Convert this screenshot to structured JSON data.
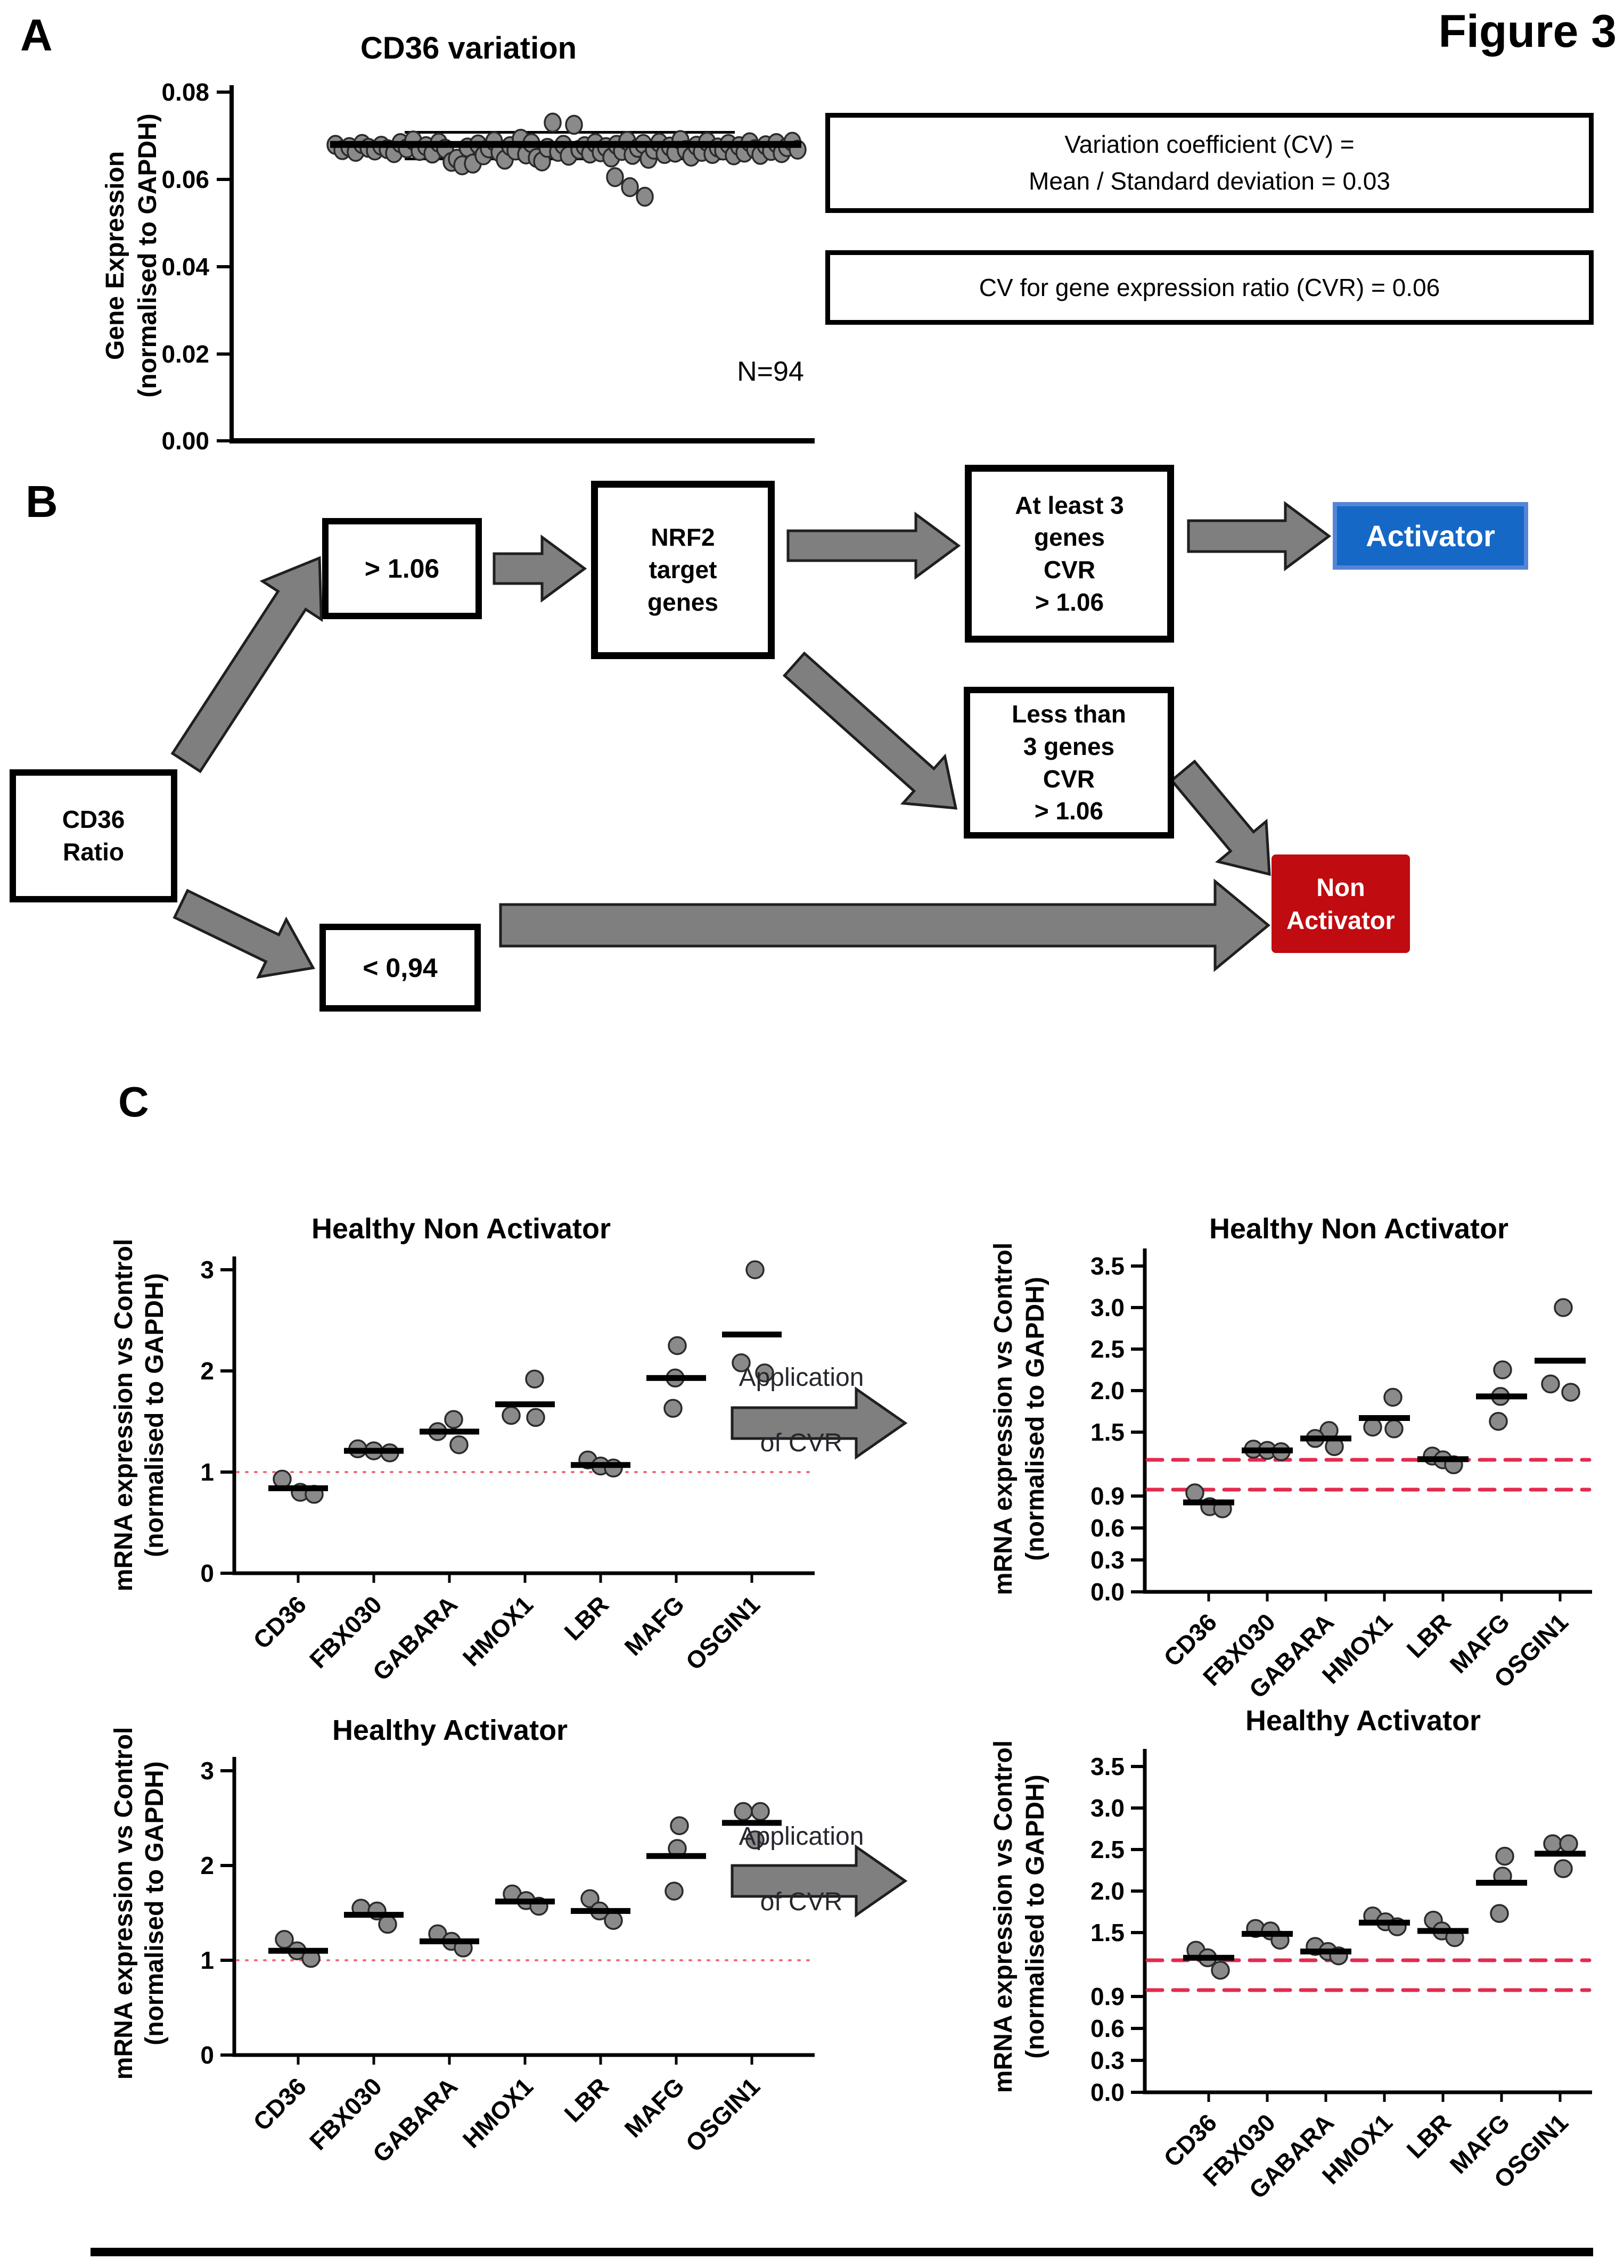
{
  "figure_label": "Figure 3",
  "panel_labels": {
    "a": "A",
    "b": "B",
    "c": "C"
  },
  "panel_a": {
    "title": "CD36 variation",
    "ylabel_line1": "Gene Expression",
    "ylabel_line2": "(normalised to GAPDH)",
    "yticks": [
      "0.08",
      "0.06",
      "0.04",
      "0.02",
      "0.00"
    ],
    "n_label": "N=94",
    "cv_box1_line1": "Variation coefficient (CV) =",
    "cv_box1_line2": "Mean / Standard deviation = 0.03",
    "cv_box2": "CV for gene expression ratio (CVR) = 0.06"
  },
  "panel_b": {
    "cd36_ratio": "CD36\nRatio",
    "gt_106": "> 1.06",
    "nrf2": "NRF2\ntarget\ngenes",
    "at_least": "At least 3\ngenes\nCVR\n> 1.06",
    "less_than": "Less than\n3 genes\nCVR\n> 1.06",
    "activator": "Activator",
    "non_activator": "Non\nActivator",
    "lt_094": "< 0,94"
  },
  "panel_c": {
    "application_line1": "Application",
    "application_line2": "of  CVR"
  },
  "colors": {
    "activator_blue": "#1568c6",
    "activator_blue_border": "#5585d6",
    "non_activator_red": "#c00b10",
    "arrow_gray": "#7f7f7f",
    "arrow_outline": "#1f1f1f",
    "dot_fill": "#8a8a8a",
    "dot_stroke": "#2b2b2b",
    "ref_pink_dotted": "#f2697a",
    "ref_crimson_dashed": "#e22b4f"
  },
  "chart_data": [
    {
      "id": "panelA",
      "type": "scatter",
      "title": "CD36 variation",
      "ylabel": [
        "Gene Expression",
        "(normalised to GAPDH)"
      ],
      "yticks": [
        "0.08",
        "0.06",
        "0.04",
        "0.02",
        "0.00"
      ],
      "ylim": [
        0,
        0.08
      ],
      "n_label": "N=94",
      "mean": 0.068,
      "points": [
        [
          630,
          0.0679
        ],
        [
          643,
          0.0667
        ],
        [
          656,
          0.0674
        ],
        [
          668,
          0.0663
        ],
        [
          680,
          0.0681
        ],
        [
          692,
          0.0672
        ],
        [
          704,
          0.0666
        ],
        [
          716,
          0.0677
        ],
        [
          728,
          0.0669
        ],
        [
          740,
          0.066
        ],
        [
          752,
          0.0683
        ],
        [
          764,
          0.0671
        ],
        [
          776,
          0.0689
        ],
        [
          788,
          0.0665
        ],
        [
          800,
          0.0676
        ],
        [
          812,
          0.0659
        ],
        [
          824,
          0.0684
        ],
        [
          836,
          0.067
        ],
        [
          848,
          0.064
        ],
        [
          858,
          0.0647
        ],
        [
          868,
          0.0632
        ],
        [
          878,
          0.0673
        ],
        [
          888,
          0.0636
        ],
        [
          898,
          0.068
        ],
        [
          908,
          0.0655
        ],
        [
          918,
          0.0671
        ],
        [
          928,
          0.0687
        ],
        [
          938,
          0.0662
        ],
        [
          948,
          0.0645
        ],
        [
          958,
          0.0676
        ],
        [
          968,
          0.0666
        ],
        [
          978,
          0.0693
        ],
        [
          988,
          0.0657
        ],
        [
          998,
          0.0683
        ],
        [
          1008,
          0.0649
        ],
        [
          1018,
          0.0641
        ],
        [
          1028,
          0.0672
        ],
        [
          1038,
          0.073
        ],
        [
          1048,
          0.0663
        ],
        [
          1058,
          0.0679
        ],
        [
          1068,
          0.0654
        ],
        [
          1078,
          0.0725
        ],
        [
          1088,
          0.0668
        ],
        [
          1098,
          0.0676
        ],
        [
          1108,
          0.0659
        ],
        [
          1118,
          0.0683
        ],
        [
          1128,
          0.0662
        ],
        [
          1138,
          0.0674
        ],
        [
          1148,
          0.065
        ],
        [
          1158,
          0.0679
        ],
        [
          1168,
          0.0665
        ],
        [
          1178,
          0.0688
        ],
        [
          1188,
          0.0656
        ],
        [
          1198,
          0.0672
        ],
        [
          1208,
          0.0681
        ],
        [
          1218,
          0.0647
        ],
        [
          1228,
          0.0668
        ],
        [
          1238,
          0.0684
        ],
        [
          1248,
          0.0658
        ],
        [
          1258,
          0.0675
        ],
        [
          1268,
          0.0661
        ],
        [
          1278,
          0.069
        ],
        [
          1288,
          0.0667
        ],
        [
          1298,
          0.0652
        ],
        [
          1308,
          0.0677
        ],
        [
          1318,
          0.0663
        ],
        [
          1328,
          0.0686
        ],
        [
          1338,
          0.0658
        ],
        [
          1348,
          0.0673
        ],
        [
          1358,
          0.0666
        ],
        [
          1368,
          0.0681
        ],
        [
          1378,
          0.0655
        ],
        [
          1388,
          0.0676
        ],
        [
          1398,
          0.0661
        ],
        [
          1408,
          0.0685
        ],
        [
          1418,
          0.0669
        ],
        [
          1428,
          0.0656
        ],
        [
          1438,
          0.0678
        ],
        [
          1448,
          0.0665
        ],
        [
          1458,
          0.0683
        ],
        [
          1468,
          0.066
        ],
        [
          1478,
          0.0674
        ],
        [
          1488,
          0.0686
        ],
        [
          1498,
          0.0668
        ],
        [
          1155,
          0.0605
        ],
        [
          1183,
          0.0582
        ],
        [
          1211,
          0.056
        ]
      ]
    },
    {
      "id": "c1",
      "type": "dotplot",
      "title": "Healthy Non Activator",
      "ylabel": [
        "mRNA expression vs Control",
        "(normalised to GAPDH)"
      ],
      "yticks": [
        "3",
        "2",
        "1",
        "0"
      ],
      "ylim": [
        0,
        3
      ],
      "reference_lines": [
        1
      ],
      "categories": [
        "CD36",
        "FBX030",
        "GABARA",
        "HMOX1",
        "LBR",
        "MAFG",
        "OSGIN1"
      ],
      "series": [
        {
          "category": "CD36",
          "values": [
            0.93,
            0.8,
            0.78
          ],
          "jitter": [
            -30,
            4,
            30
          ],
          "mean": 0.84
        },
        {
          "category": "FBX030",
          "values": [
            1.23,
            1.21,
            1.19
          ],
          "jitter": [
            -30,
            0,
            30
          ],
          "mean": 1.21
        },
        {
          "category": "GABARA",
          "values": [
            1.52,
            1.4,
            1.27
          ],
          "jitter": [
            8,
            -22,
            18
          ],
          "mean": 1.4
        },
        {
          "category": "HMOX1",
          "values": [
            1.92,
            1.56,
            1.54
          ],
          "jitter": [
            18,
            -26,
            20
          ],
          "mean": 1.67
        },
        {
          "category": "LBR",
          "values": [
            1.12,
            1.06,
            1.04
          ],
          "jitter": [
            -24,
            0,
            24
          ],
          "mean": 1.07
        },
        {
          "category": "MAFG",
          "values": [
            2.25,
            1.93,
            1.63
          ],
          "jitter": [
            2,
            -2,
            -6
          ],
          "mean": 1.93
        },
        {
          "category": "OSGIN1",
          "values": [
            3.0,
            2.08,
            1.98
          ],
          "jitter": [
            6,
            -20,
            24
          ],
          "mean": 2.36
        }
      ]
    },
    {
      "id": "c2",
      "type": "dotplot-broken-axis",
      "title": "Healthy Non Activator",
      "ylabel": [
        "mRNA expression vs Control",
        "(normalised to GAPDH)"
      ],
      "yticks": [
        "3.5",
        "3.0",
        "2.5",
        "2.0",
        "1.5",
        "0.9",
        "0.6",
        "0.3",
        "0.0"
      ],
      "ylim": [
        0,
        3.5
      ],
      "reference_lines": [
        1.06,
        0.94
      ],
      "categories": [
        "CD36",
        "FBX030",
        "GABARA",
        "HMOX1",
        "LBR",
        "MAFG",
        "OSGIN1"
      ],
      "series": [
        {
          "category": "CD36",
          "values": [
            0.93,
            0.8,
            0.78
          ],
          "jitter": [
            -26,
            2,
            26
          ],
          "mean": 0.84
        },
        {
          "category": "FBX030",
          "values": [
            1.23,
            1.21,
            1.19
          ],
          "jitter": [
            -26,
            0,
            26
          ],
          "mean": 1.21
        },
        {
          "category": "GABARA",
          "values": [
            1.52,
            1.4,
            1.27
          ],
          "jitter": [
            6,
            -20,
            16
          ],
          "mean": 1.4
        },
        {
          "category": "HMOX1",
          "values": [
            1.92,
            1.56,
            1.54
          ],
          "jitter": [
            16,
            -22,
            18
          ],
          "mean": 1.67
        },
        {
          "category": "LBR",
          "values": [
            1.12,
            1.06,
            1.04
          ],
          "jitter": [
            -20,
            0,
            20
          ],
          "mean": 1.07
        },
        {
          "category": "MAFG",
          "values": [
            2.25,
            1.93,
            1.63
          ],
          "jitter": [
            2,
            -2,
            -6
          ],
          "mean": 1.93
        },
        {
          "category": "OSGIN1",
          "values": [
            3.0,
            2.08,
            1.98
          ],
          "jitter": [
            6,
            -18,
            20
          ],
          "mean": 2.36
        }
      ]
    },
    {
      "id": "c3",
      "type": "dotplot",
      "title": "Healthy Activator",
      "ylabel": [
        "mRNA expression vs Control",
        "(normalised to GAPDH)"
      ],
      "yticks": [
        "3",
        "2",
        "1",
        "0"
      ],
      "ylim": [
        0,
        3
      ],
      "reference_lines": [
        1
      ],
      "categories": [
        "CD36",
        "FBX030",
        "GABARA",
        "HMOX1",
        "LBR",
        "MAFG",
        "OSGIN1"
      ],
      "series": [
        {
          "category": "CD36",
          "values": [
            1.22,
            1.1,
            1.02
          ],
          "jitter": [
            -26,
            -2,
            24
          ],
          "mean": 1.1
        },
        {
          "category": "FBX030",
          "values": [
            1.55,
            1.52,
            1.38
          ],
          "jitter": [
            -24,
            6,
            26
          ],
          "mean": 1.48
        },
        {
          "category": "GABARA",
          "values": [
            1.28,
            1.2,
            1.13
          ],
          "jitter": [
            -22,
            4,
            26
          ],
          "mean": 1.2
        },
        {
          "category": "HMOX1",
          "values": [
            1.7,
            1.63,
            1.57
          ],
          "jitter": [
            -24,
            2,
            26
          ],
          "mean": 1.62
        },
        {
          "category": "LBR",
          "values": [
            1.65,
            1.52,
            1.42
          ],
          "jitter": [
            -20,
            -2,
            24
          ],
          "mean": 1.52
        },
        {
          "category": "MAFG",
          "values": [
            2.42,
            2.18,
            1.73
          ],
          "jitter": [
            6,
            2,
            -4
          ],
          "mean": 2.1
        },
        {
          "category": "OSGIN1",
          "values": [
            2.57,
            2.57,
            2.27
          ],
          "jitter": [
            -16,
            16,
            6
          ],
          "mean": 2.45
        }
      ]
    },
    {
      "id": "c4",
      "type": "dotplot-broken-axis",
      "title": "Healthy Activator",
      "ylabel": [
        "mRNA expression vs Control",
        "(normalised to GAPDH)"
      ],
      "yticks": [
        "3.5",
        "3.0",
        "2.5",
        "2.0",
        "1.5",
        "0.9",
        "0.6",
        "0.3",
        "0.0"
      ],
      "ylim": [
        0,
        3.5
      ],
      "reference_lines": [
        1.06,
        0.94
      ],
      "categories": [
        "CD36",
        "FBX030",
        "GABARA",
        "HMOX1",
        "LBR",
        "MAFG",
        "OSGIN1"
      ],
      "series": [
        {
          "category": "CD36",
          "values": [
            1.22,
            1.1,
            1.02
          ],
          "jitter": [
            -24,
            -2,
            22
          ],
          "mean": 1.1
        },
        {
          "category": "FBX030",
          "values": [
            1.55,
            1.52,
            1.38
          ],
          "jitter": [
            -22,
            6,
            24
          ],
          "mean": 1.48
        },
        {
          "category": "GABARA",
          "values": [
            1.28,
            1.2,
            1.13
          ],
          "jitter": [
            -20,
            4,
            24
          ],
          "mean": 1.2
        },
        {
          "category": "HMOX1",
          "values": [
            1.7,
            1.63,
            1.57
          ],
          "jitter": [
            -22,
            2,
            24
          ],
          "mean": 1.62
        },
        {
          "category": "LBR",
          "values": [
            1.65,
            1.52,
            1.42
          ],
          "jitter": [
            -18,
            -2,
            22
          ],
          "mean": 1.52
        },
        {
          "category": "MAFG",
          "values": [
            2.42,
            2.18,
            1.73
          ],
          "jitter": [
            6,
            2,
            -4
          ],
          "mean": 2.1
        },
        {
          "category": "OSGIN1",
          "values": [
            2.57,
            2.57,
            2.27
          ],
          "jitter": [
            -14,
            16,
            6
          ],
          "mean": 2.45
        }
      ]
    }
  ]
}
